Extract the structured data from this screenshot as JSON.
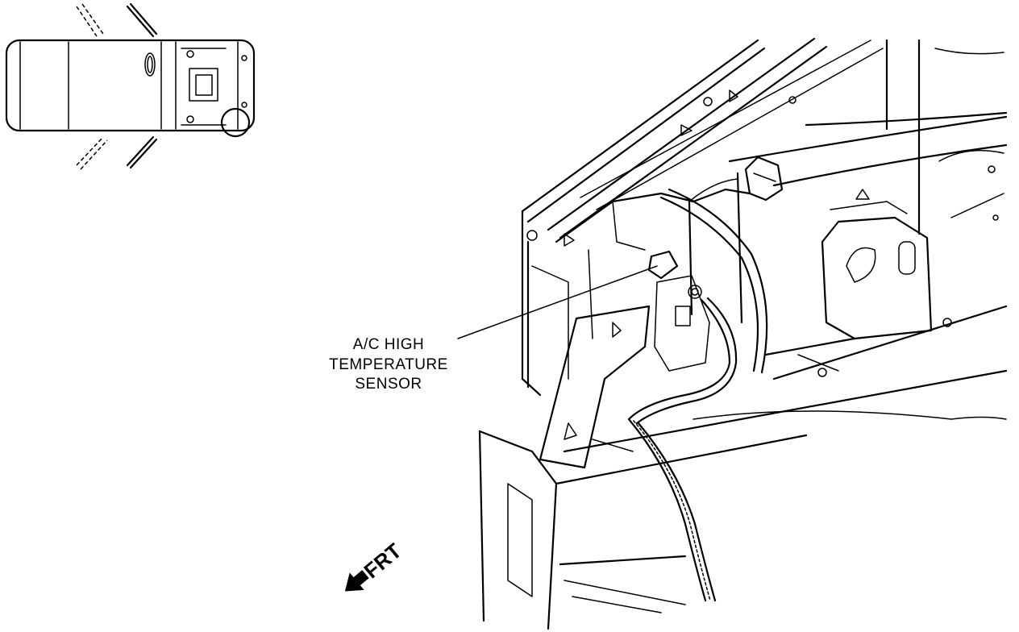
{
  "callout": {
    "line1": "A/C HIGH",
    "line2": "TEMPERATURE",
    "line3": "SENSOR"
  },
  "direction": {
    "label": "FRT"
  }
}
